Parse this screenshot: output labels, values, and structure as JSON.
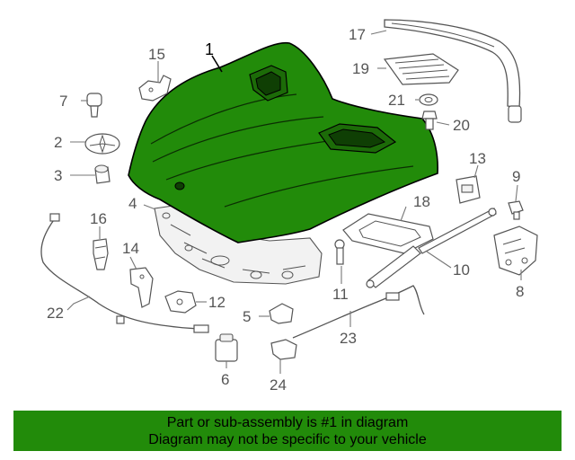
{
  "diagram": {
    "highlight_color": "#228b0a",
    "callouts": {
      "p1": "1",
      "p2": "2",
      "p3": "3",
      "p4": "4",
      "p5": "5",
      "p6": "6",
      "p7": "7",
      "p8": "8",
      "p9": "9",
      "p10": "10",
      "p11": "11",
      "p12": "12",
      "p13": "13",
      "p14": "14",
      "p15": "15",
      "p16": "16",
      "p17": "17",
      "p18": "18",
      "p19": "19",
      "p20": "20",
      "p21": "21",
      "p22": "22",
      "p23": "23",
      "p24": "24"
    }
  },
  "banner": {
    "line1": "Part or sub-assembly is #1 in diagram",
    "line2": "Diagram may not be specific to your vehicle",
    "color": "#228b0a"
  }
}
